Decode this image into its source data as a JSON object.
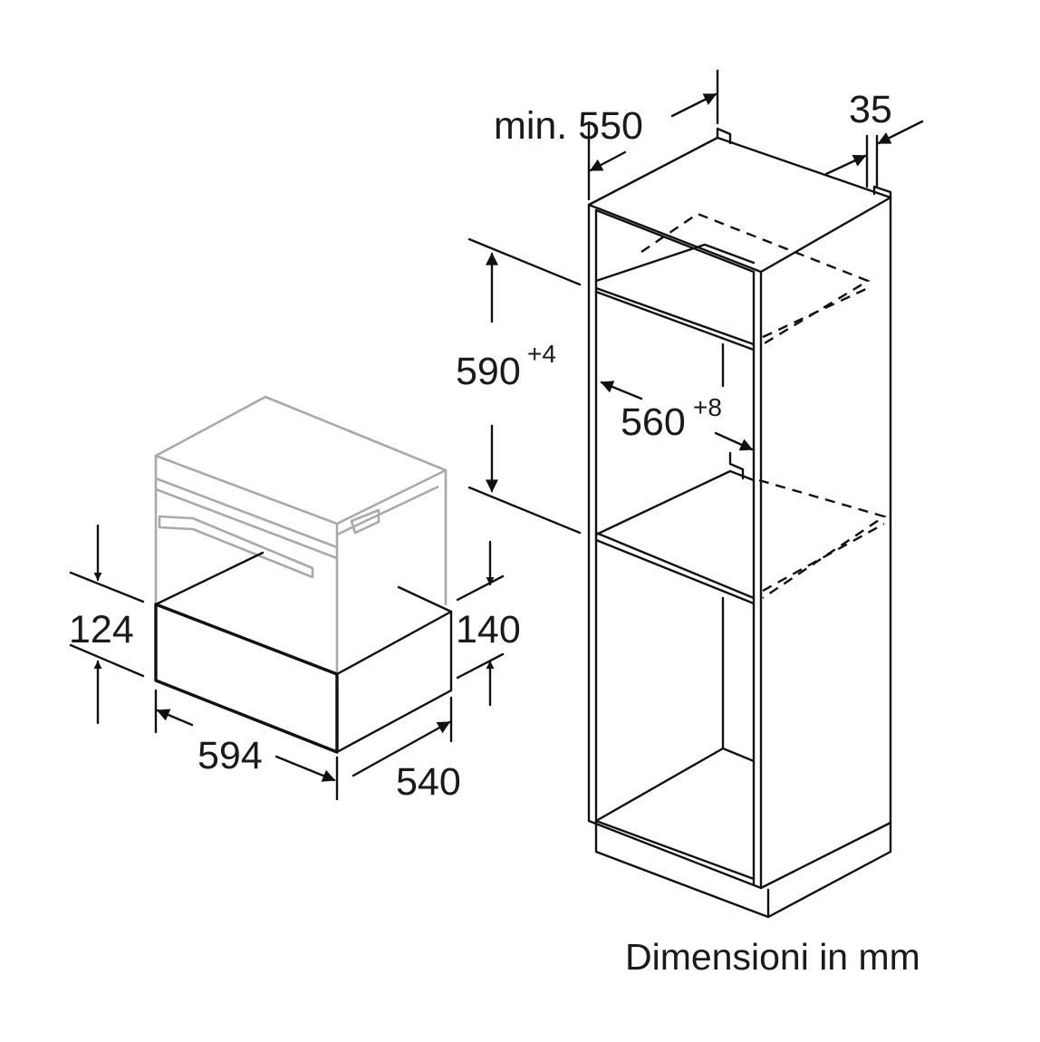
{
  "dimensions": {
    "min_depth": "min. 550",
    "gap": "35",
    "niche_height_base": "590",
    "niche_height_tol": "+4",
    "niche_width_base": "560",
    "niche_width_tol": "+8",
    "drawer_front_height": "124",
    "drawer_height": "140",
    "drawer_width": "594",
    "drawer_depth": "540"
  },
  "caption": "Dimensioni in mm",
  "colors": {
    "line": "#111111",
    "ghost_appliance": "#a9a9a9",
    "background": "#ffffff"
  }
}
